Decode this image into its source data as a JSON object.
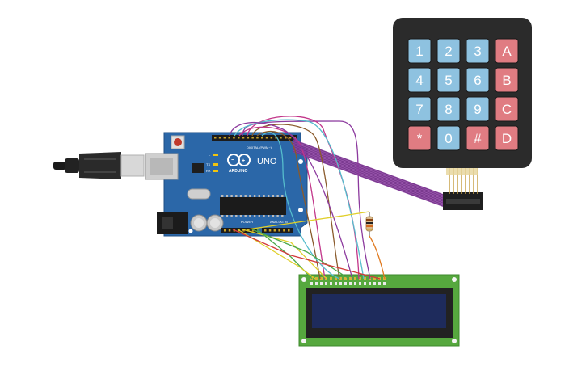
{
  "arduino": {
    "logo_text": "ARDUINO",
    "model": "UNO",
    "digital_label": "DIGITAL (PWM~)",
    "power_label": "POWER",
    "analog_label": "ANALOG IN",
    "tx_label": "TX",
    "rx_label": "RX",
    "l_label": "L",
    "on_label": "ON"
  },
  "keypad": {
    "keys": [
      {
        "label": "1",
        "kind": "num"
      },
      {
        "label": "2",
        "kind": "num"
      },
      {
        "label": "3",
        "kind": "num"
      },
      {
        "label": "A",
        "kind": "func"
      },
      {
        "label": "4",
        "kind": "num"
      },
      {
        "label": "5",
        "kind": "num"
      },
      {
        "label": "6",
        "kind": "num"
      },
      {
        "label": "B",
        "kind": "func"
      },
      {
        "label": "7",
        "kind": "num"
      },
      {
        "label": "8",
        "kind": "num"
      },
      {
        "label": "9",
        "kind": "num"
      },
      {
        "label": "C",
        "kind": "func"
      },
      {
        "label": "*",
        "kind": "func"
      },
      {
        "label": "0",
        "kind": "num"
      },
      {
        "label": "#",
        "kind": "func"
      },
      {
        "label": "D",
        "kind": "func"
      }
    ]
  },
  "colors": {
    "board": "#2b67a8",
    "board_dark": "#1f4f85",
    "keypad_body": "#2b2b2b",
    "key_num": "#8ec2e0",
    "key_func": "#e07c82",
    "lcd_pcb": "#56a83e",
    "lcd_screen": "#1e2b5c",
    "ribbon": "#8a3fa0"
  },
  "wires": [
    {
      "name": "purple",
      "color": "#8c3a9e"
    },
    {
      "name": "magenta",
      "color": "#c2368a"
    },
    {
      "name": "brown",
      "color": "#8a5a2b"
    },
    {
      "name": "teal",
      "color": "#55bccc"
    },
    {
      "name": "yellow",
      "color": "#e0cf2a"
    },
    {
      "name": "green",
      "color": "#4aa84a"
    },
    {
      "name": "orange",
      "color": "#e07a20"
    },
    {
      "name": "red",
      "color": "#d23a3a"
    }
  ]
}
